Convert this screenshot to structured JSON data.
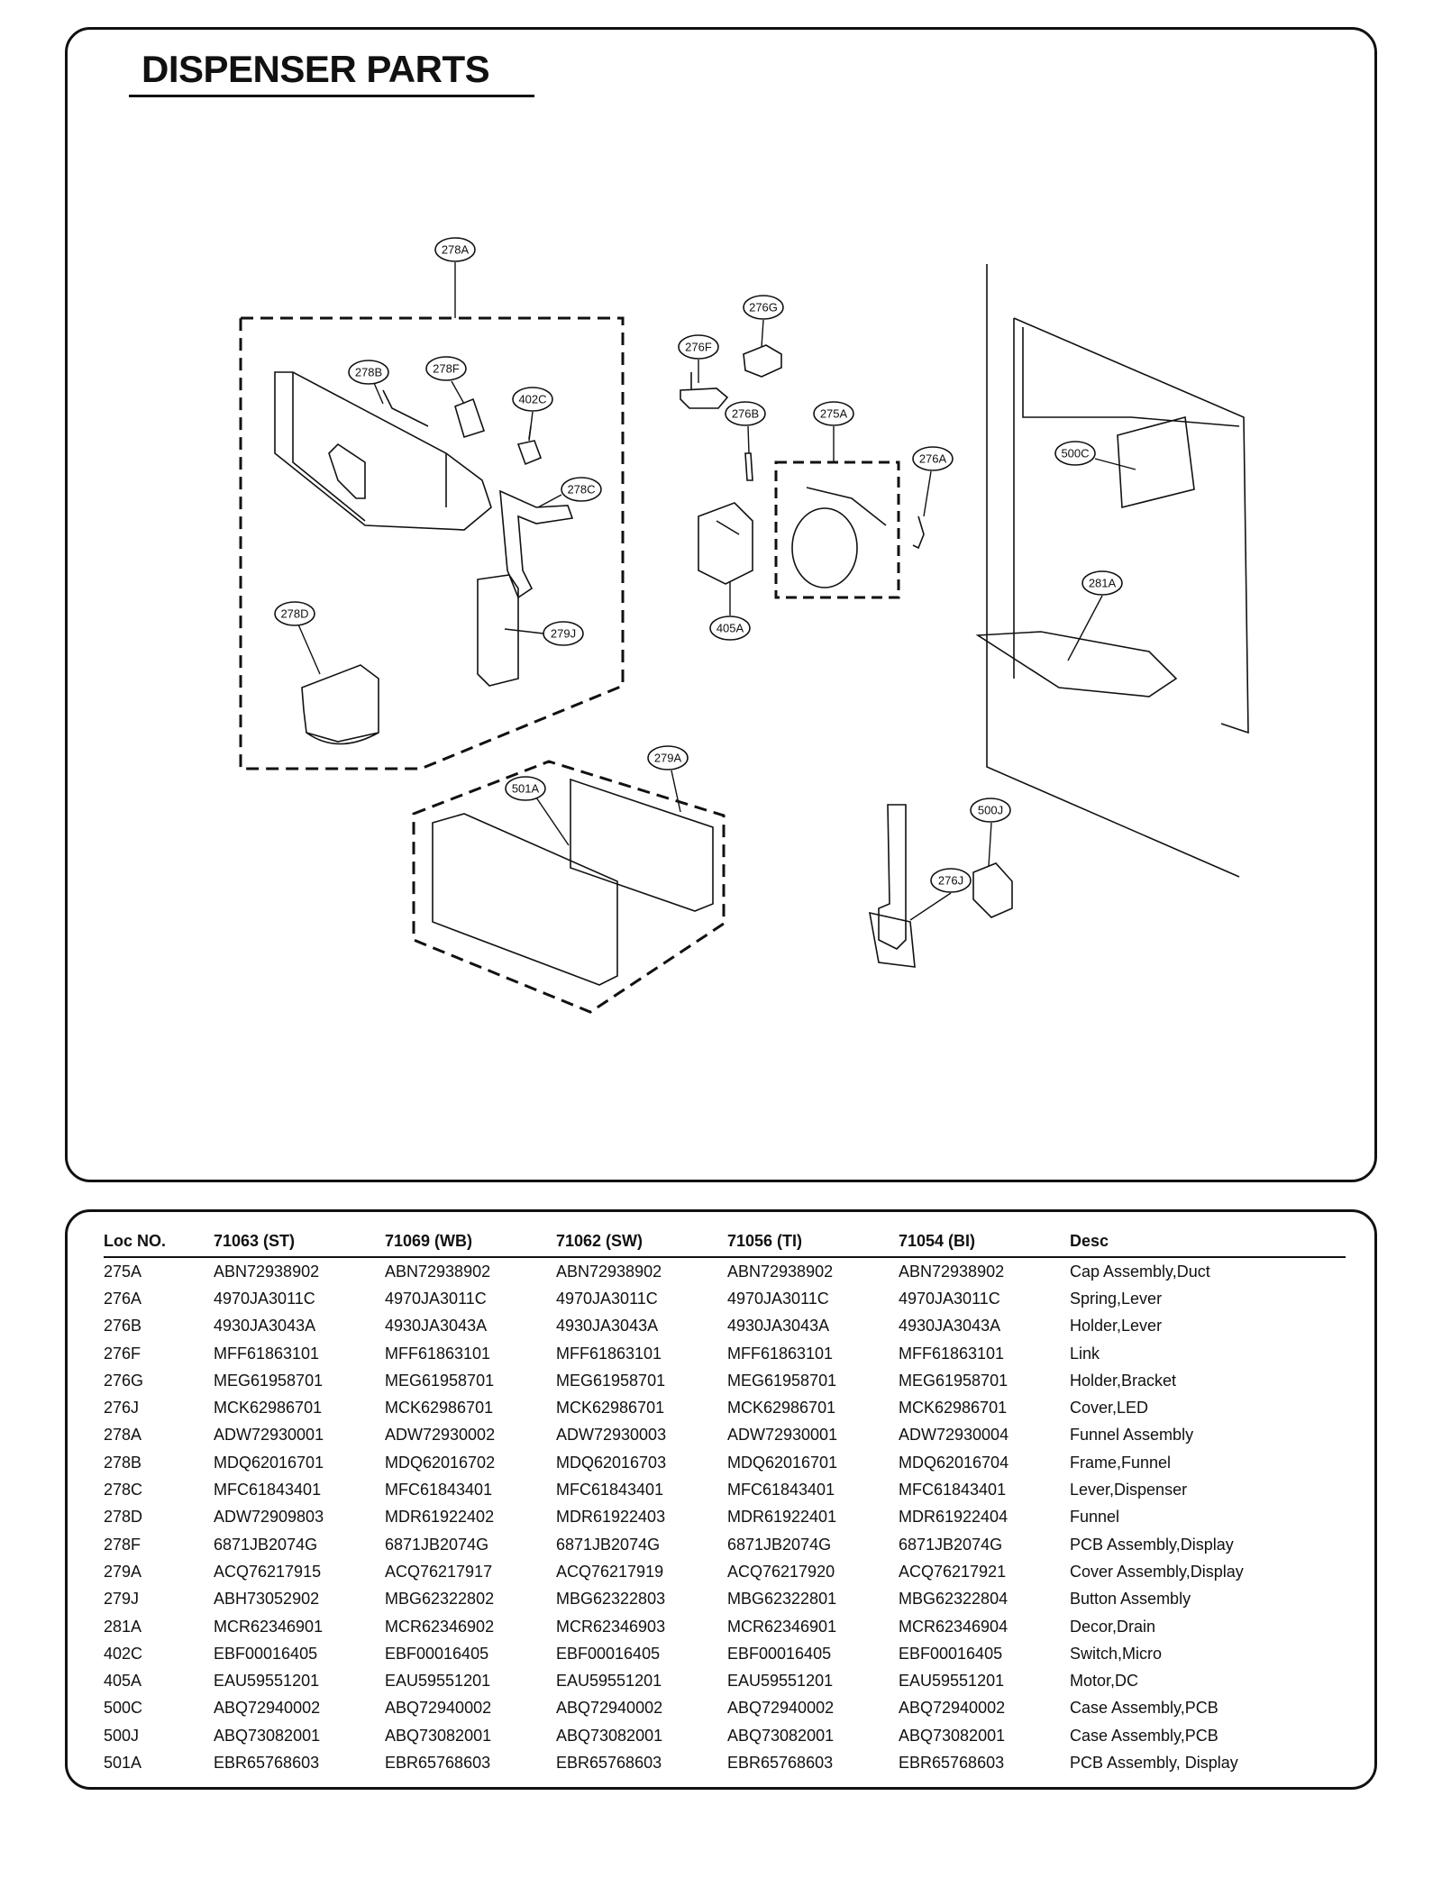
{
  "title": "DISPENSER PARTS",
  "callouts": {
    "c278A": "278A",
    "c278B": "278B",
    "c278F": "278F",
    "c402C": "402C",
    "c278C": "278C",
    "c278D": "278D",
    "c279J": "279J",
    "c276F": "276F",
    "c276G": "276G",
    "c276B": "276B",
    "c275A": "275A",
    "c276A": "276A",
    "c405A": "405A",
    "c500C": "500C",
    "c281A": "281A",
    "c279A": "279A",
    "c501A": "501A",
    "c500J": "500J",
    "c276J": "276J"
  },
  "table": {
    "headers": [
      "Loc NO.",
      "71063 (ST)",
      "71069 (WB)",
      "71062 (SW)",
      "71056 (TI)",
      "71054 (BI)",
      "Desc"
    ],
    "rows": [
      [
        "275A",
        "ABN72938902",
        "ABN72938902",
        "ABN72938902",
        "ABN72938902",
        "ABN72938902",
        "Cap Assembly,Duct"
      ],
      [
        "276A",
        "4970JA3011C",
        "4970JA3011C",
        "4970JA3011C",
        "4970JA3011C",
        "4970JA3011C",
        "Spring,Lever"
      ],
      [
        "276B",
        "4930JA3043A",
        "4930JA3043A",
        "4930JA3043A",
        "4930JA3043A",
        "4930JA3043A",
        "Holder,Lever"
      ],
      [
        "276F",
        "MFF61863101",
        "MFF61863101",
        "MFF61863101",
        "MFF61863101",
        "MFF61863101",
        "Link"
      ],
      [
        "276G",
        "MEG61958701",
        "MEG61958701",
        "MEG61958701",
        "MEG61958701",
        "MEG61958701",
        "Holder,Bracket"
      ],
      [
        "276J",
        "MCK62986701",
        "MCK62986701",
        "MCK62986701",
        "MCK62986701",
        "MCK62986701",
        "Cover,LED"
      ],
      [
        "278A",
        "ADW72930001",
        "ADW72930002",
        "ADW72930003",
        "ADW72930001",
        "ADW72930004",
        "Funnel Assembly"
      ],
      [
        "278B",
        "MDQ62016701",
        "MDQ62016702",
        "MDQ62016703",
        "MDQ62016701",
        "MDQ62016704",
        "Frame,Funnel"
      ],
      [
        "278C",
        "MFC61843401",
        "MFC61843401",
        "MFC61843401",
        "MFC61843401",
        "MFC61843401",
        "Lever,Dispenser"
      ],
      [
        "278D",
        "ADW72909803",
        "MDR61922402",
        "MDR61922403",
        "MDR61922401",
        "MDR61922404",
        "Funnel"
      ],
      [
        "278F",
        "6871JB2074G",
        "6871JB2074G",
        "6871JB2074G",
        "6871JB2074G",
        "6871JB2074G",
        "PCB Assembly,Display"
      ],
      [
        "279A",
        "ACQ76217915",
        "ACQ76217917",
        "ACQ76217919",
        "ACQ76217920",
        "ACQ76217921",
        "Cover Assembly,Display"
      ],
      [
        "279J",
        "ABH73052902",
        "MBG62322802",
        "MBG62322803",
        "MBG62322801",
        "MBG62322804",
        "Button Assembly"
      ],
      [
        "281A",
        "MCR62346901",
        "MCR62346902",
        "MCR62346903",
        "MCR62346901",
        "MCR62346904",
        "Decor,Drain"
      ],
      [
        "402C",
        "EBF00016405",
        "EBF00016405",
        "EBF00016405",
        "EBF00016405",
        "EBF00016405",
        "Switch,Micro"
      ],
      [
        "405A",
        "EAU59551201",
        "EAU59551201",
        "EAU59551201",
        "EAU59551201",
        "EAU59551201",
        "Motor,DC"
      ],
      [
        "500C",
        "ABQ72940002",
        "ABQ72940002",
        "ABQ72940002",
        "ABQ72940002",
        "ABQ72940002",
        "Case Assembly,PCB"
      ],
      [
        "500J",
        "ABQ73082001",
        "ABQ73082001",
        "ABQ73082001",
        "ABQ73082001",
        "ABQ73082001",
        "Case Assembly,PCB"
      ],
      [
        "501A",
        "EBR65768603",
        "EBR65768603",
        "EBR65768603",
        "EBR65768603",
        "EBR65768603",
        "PCB Assembly, Display"
      ]
    ]
  }
}
